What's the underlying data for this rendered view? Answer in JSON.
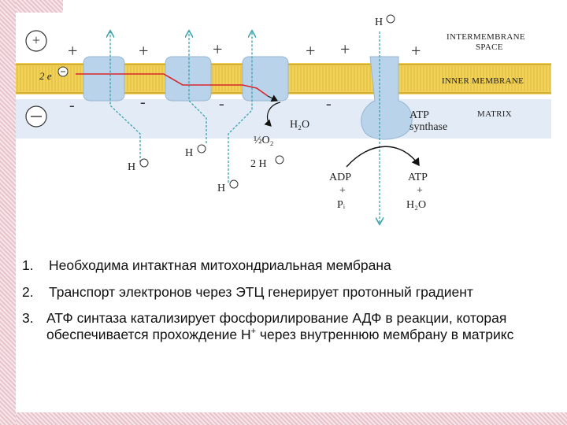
{
  "diagram": {
    "labels": {
      "intermembrane": "INTERMEMBRANE",
      "space": "SPACE",
      "inner_membrane": "INNER MEMBRANE",
      "matrix": "MATRIX",
      "electrons": "2 e",
      "h": "H",
      "h2o_product": "H₂O",
      "half_o2": "½O₂",
      "two_h": "2 H",
      "atp_synthase_1": "ATP",
      "atp_synthase_2": "synthase",
      "adp": "ADP",
      "plus": "+",
      "pi": "Pᵢ",
      "atp": "ATP",
      "h2o": "H₂O",
      "minus": "-"
    },
    "colors": {
      "membrane_yellow": "#f2d35a",
      "protein_blue": "#b9d3ea",
      "matrix_blue": "#e3ecf6",
      "arrow_teal": "#3aa3ad",
      "electron_red": "#d8262c"
    }
  },
  "list": {
    "items": [
      {
        "num": "1.",
        "text": "Необходима интактная митохондриальная мембрана"
      },
      {
        "num": "2.",
        "text": "Транспорт электронов через ЭТЦ генерирует протонный градиент"
      },
      {
        "num": "3.",
        "text_before_h": "АТФ синтаза катализирует фосфорилирование  АДФ в реакции, которая обеспечивается прохождение Н",
        "sup": "+",
        "text_after": " через внутреннюю мембрану в матрикс"
      }
    ]
  }
}
